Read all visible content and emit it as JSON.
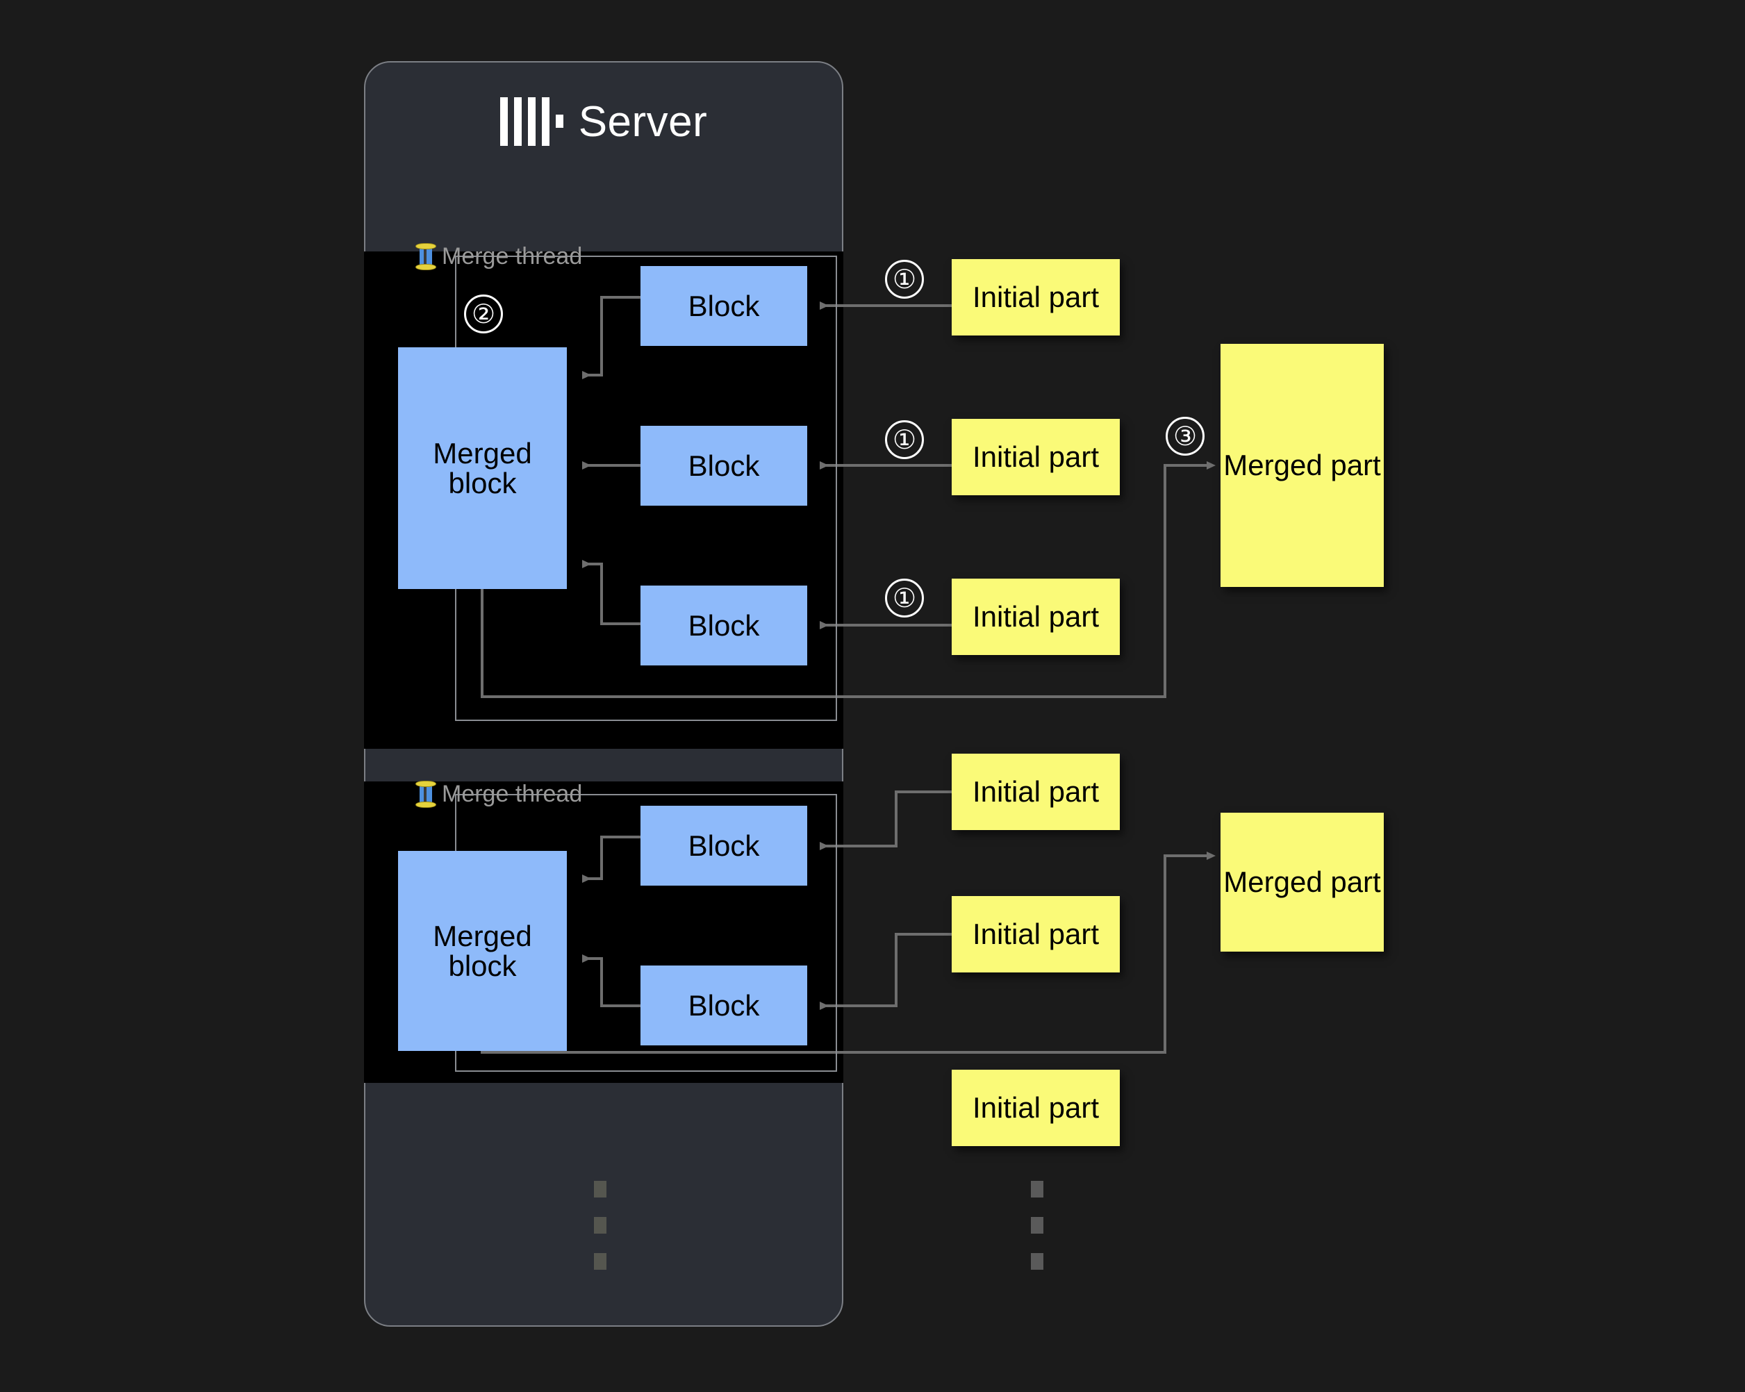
{
  "server": {
    "title": "Server",
    "logo_icon": "clickhouse-logo-icon"
  },
  "threads": [
    {
      "label": "Merge thread",
      "icon": "thread-spool-icon",
      "merged_block_label": "Merged block",
      "blocks": [
        "Block",
        "Block",
        "Block"
      ],
      "initial_parts": [
        "Initial part",
        "Initial part",
        "Initial part"
      ],
      "merged_part": "Merged part",
      "steps": {
        "read": "①",
        "merge": "②",
        "write": "③"
      }
    },
    {
      "label": "Merge thread",
      "icon": "thread-spool-icon",
      "merged_block_label": "Merged block",
      "blocks": [
        "Block",
        "Block"
      ],
      "initial_parts": [
        "Initial part",
        "Initial part",
        "Initial part"
      ],
      "merged_part": "Merged part"
    }
  ],
  "step_badges": {
    "one_a": "①",
    "one_b": "①",
    "one_c": "①",
    "two": "②",
    "three": "③"
  },
  "ellipsis": {
    "inside_server": "⋮",
    "outside_server": "⋮"
  },
  "colors": {
    "page_background": "#1B1B1B",
    "server_card": "#2B2E35",
    "server_border": "#7C7F85",
    "thread_region": "#000000",
    "thread_border": "#8A8D92",
    "block_blue": "#8EBAFA",
    "part_yellow": "#FAFA78",
    "connector": "#6E6E6E",
    "title_text": "#FFFFFF",
    "thread_label_text": "#9A9A9A",
    "box_text": "#000000"
  }
}
